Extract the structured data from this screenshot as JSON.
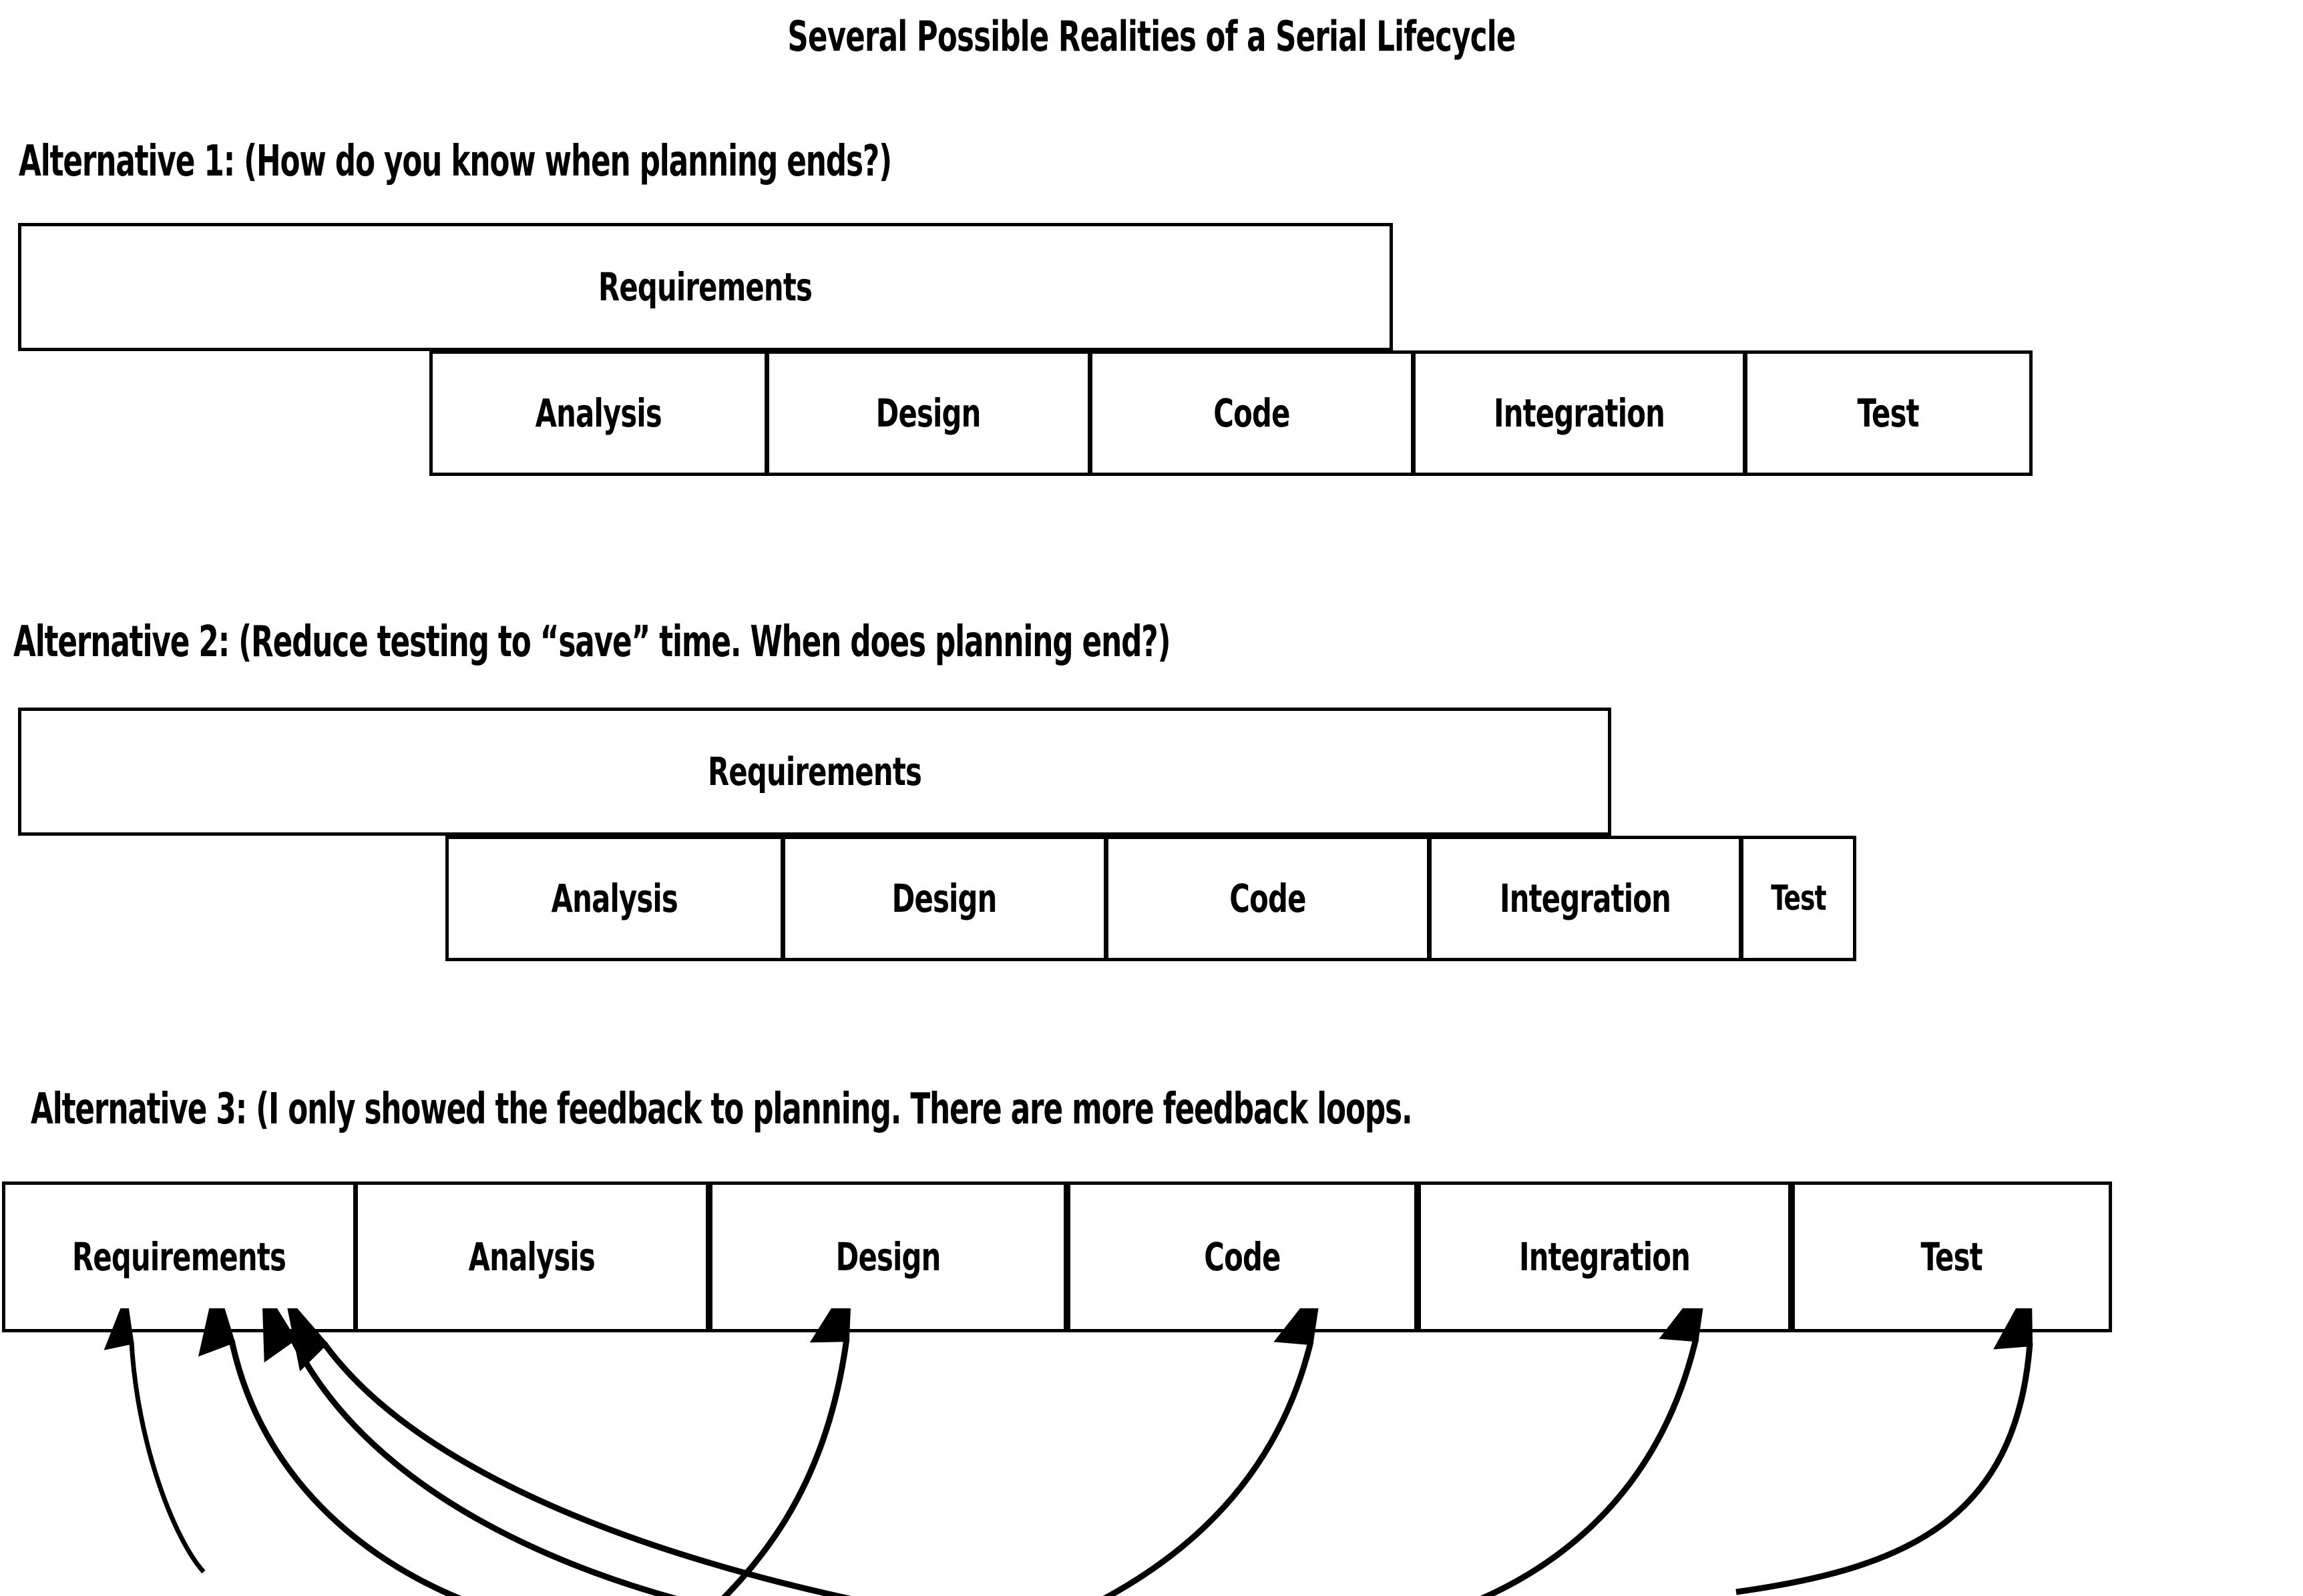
{
  "title": "Several Possible Realities of a Serial Lifecycle",
  "alternatives": [
    {
      "heading": "Alternative 1: (How do you know when planning ends?)",
      "top_row": [
        {
          "label": "Requirements"
        }
      ],
      "bottom_row": [
        {
          "label": "Analysis"
        },
        {
          "label": "Design"
        },
        {
          "label": "Code"
        },
        {
          "label": "Integration"
        },
        {
          "label": "Test"
        }
      ]
    },
    {
      "heading": "Alternative 2: (Reduce testing to “save” time. When does planning end?)",
      "top_row": [
        {
          "label": "Requirements"
        }
      ],
      "bottom_row": [
        {
          "label": "Analysis"
        },
        {
          "label": "Design"
        },
        {
          "label": "Code"
        },
        {
          "label": "Integration"
        },
        {
          "label": "Test"
        }
      ]
    },
    {
      "heading": "Alternative 3:  (I only showed the feedback to planning. There are more feedback loops.",
      "row": [
        {
          "label": "Requirements"
        },
        {
          "label": "Analysis"
        },
        {
          "label": "Design"
        },
        {
          "label": "Code"
        },
        {
          "label": "Integration"
        },
        {
          "label": "Test"
        }
      ],
      "feedback_arrows": [
        {
          "from": "Analysis",
          "to": "Requirements"
        },
        {
          "from": "Design",
          "to": "Requirements"
        },
        {
          "from": "Code",
          "to": "Requirements"
        },
        {
          "from": "Integration",
          "to": "Requirements"
        },
        {
          "from": "Code",
          "to": "Design"
        },
        {
          "from": "Integration",
          "to": "Code"
        },
        {
          "from": "Test",
          "to": "Integration"
        },
        {
          "from": "Test",
          "to": "Test"
        }
      ]
    }
  ],
  "colors": {
    "ink": "#000000",
    "paper": "#ffffff"
  }
}
